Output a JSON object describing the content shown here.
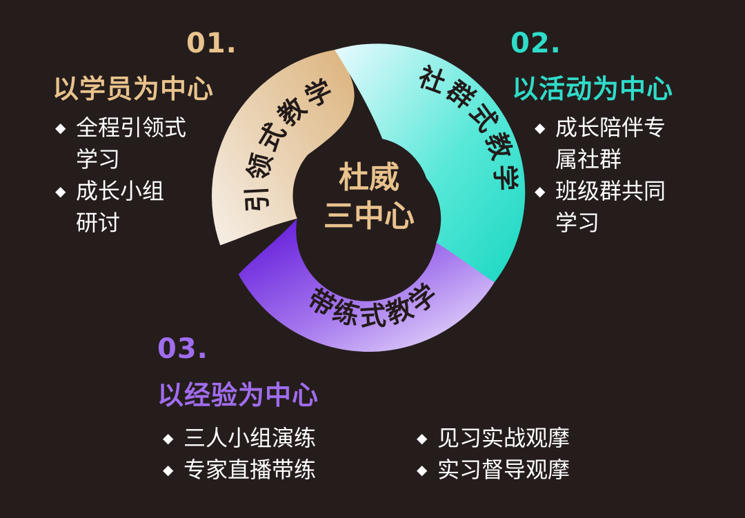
{
  "center": {
    "line1": "杜威",
    "line2": "三中心"
  },
  "ring": [
    {
      "label": "引领式教学"
    },
    {
      "label": "社群式教学"
    },
    {
      "label": "带练式教学"
    }
  ],
  "sections": {
    "s1": {
      "number": "01.",
      "heading": "以学员为中心",
      "bullets": [
        "全程引领式\n学习",
        "成长小组\n研讨"
      ]
    },
    "s2": {
      "number": "02.",
      "heading": "以活动为中心",
      "bullets": [
        "成长陪伴专\n属社群",
        "班级群共同\n学习"
      ]
    },
    "s3": {
      "number": "03.",
      "heading": "以经验为中心",
      "bullets_left": [
        "三人小组演练",
        "专家直播带练"
      ],
      "bullets_right": [
        "见习实战观摩",
        "实习督导观摩"
      ]
    }
  },
  "colors": {
    "background": "#251d1c",
    "gold": "#e9c38d",
    "teal": "#2fdcc9",
    "purple": "#a06df0"
  },
  "bullet_symbol": "◆"
}
